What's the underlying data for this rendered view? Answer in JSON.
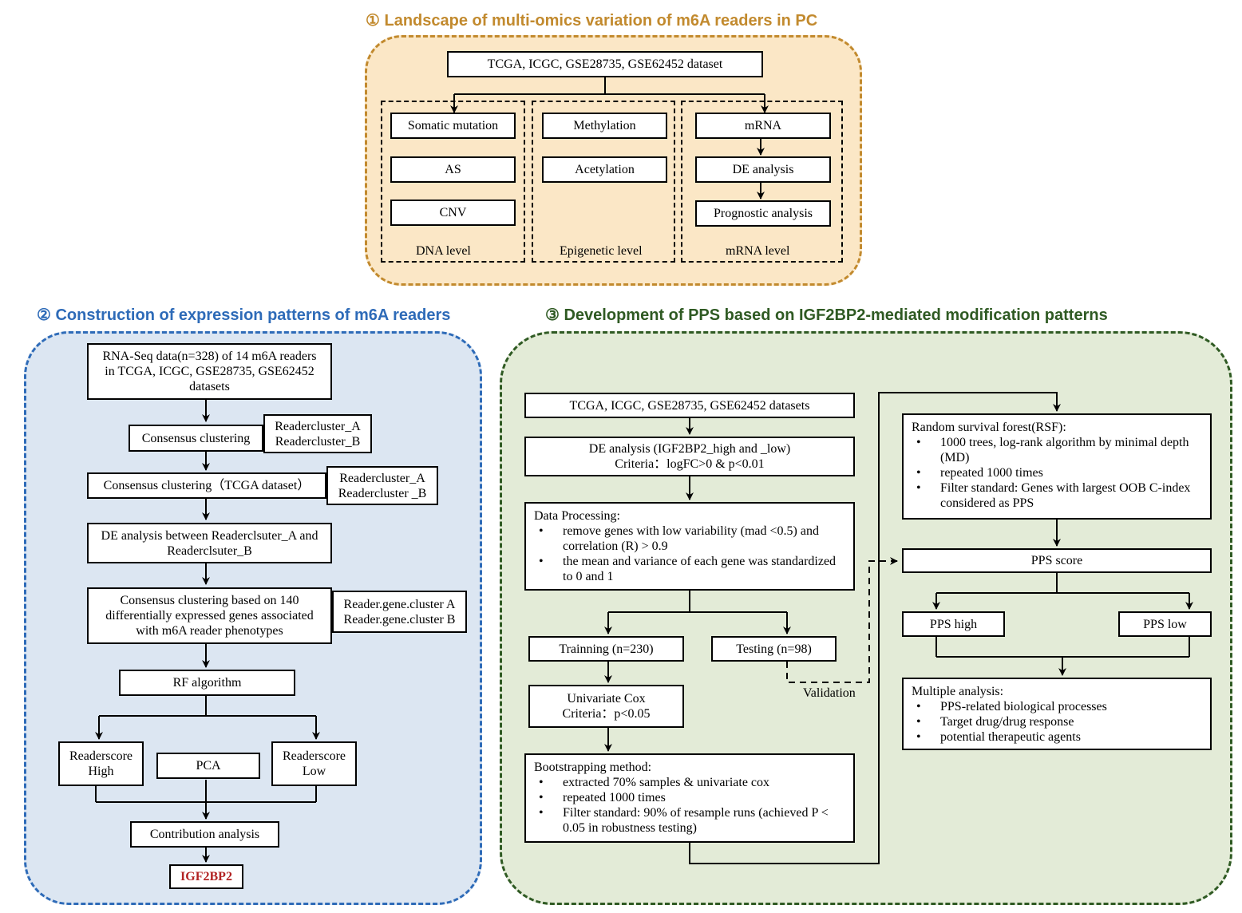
{
  "colors": {
    "section1": "#c28a2e",
    "section1_fill": "#fbe7c6",
    "section2": "#2e6bb8",
    "section2_fill": "#dce6f2",
    "section3": "#2f5a23",
    "section3_fill": "#e3ebd7",
    "highlight": "#b22222"
  },
  "section1": {
    "title": "① Landscape of multi-omics variation of m6A readers in PC",
    "dataset": "TCGA, ICGC, GSE28735, GSE62452 dataset",
    "dna": {
      "items": [
        "Somatic mutation",
        "AS",
        "CNV"
      ],
      "label": "DNA level"
    },
    "epi": {
      "items": [
        "Methylation",
        "Acetylation"
      ],
      "label": "Epigenetic level"
    },
    "mrna": {
      "items": [
        "mRNA",
        "DE analysis",
        "Prognostic analysis"
      ],
      "label": "mRNA level"
    }
  },
  "section2": {
    "title": "② Construction of expression patterns of m6A readers",
    "rnaseq": [
      "RNA-Seq data(n=328) of 14 m6A readers",
      "in TCGA, ICGC, GSE28735, GSE62452",
      "datasets"
    ],
    "consensus1": "Consensus clustering",
    "rc1": [
      "Readercluster_A",
      "Readercluster_B"
    ],
    "consensus2": "Consensus clustering（TCGA dataset）",
    "rc2": [
      "Readercluster_A",
      "Readercluster _B"
    ],
    "de": [
      "DE analysis between Readerclsuter_A  and",
      "Readerclsuter_B"
    ],
    "consensus3": [
      "Consensus clustering based on 140",
      "differentially expressed genes associated",
      "with m6A reader phenotypes"
    ],
    "genecluster": [
      "Reader.gene.cluster A",
      "Reader.gene.cluster B"
    ],
    "rf": "RF algorithm",
    "high": [
      "Readerscore",
      "High"
    ],
    "pca": "PCA",
    "low": [
      "Readerscore",
      "Low"
    ],
    "contribution": "Contribution analysis",
    "result": "IGF2BP2"
  },
  "section3": {
    "title": "③ Development of PPS based on IGF2BP2-mediated modification patterns",
    "datasets": "TCGA, ICGC, GSE28735, GSE62452 datasets",
    "de": [
      "DE analysis (IGF2BP2_high and _low)",
      "Criteria：logFC>0 & p<0.01"
    ],
    "processing": {
      "head": "Data Processing:",
      "bullets": [
        "remove genes with low variability (mad <0.5) and correlation (R) > 0.9",
        "the mean and variance of each gene was standardized to 0 and 1"
      ]
    },
    "training": "Trainning (n=230)",
    "testing": "Testing (n=98)",
    "validation": "Validation",
    "univariate": [
      "Univariate Cox",
      "Criteria：p<0.05"
    ],
    "bootstrap": {
      "head": "Bootstrapping method:",
      "bullets": [
        "extracted 70% samples & univariate cox",
        "repeated 1000 times",
        "Filter standard: 90% of resample runs (achieved P < 0.05 in robustness testing)"
      ]
    },
    "rsf": {
      "head": "Random survival forest(RSF):",
      "bullets": [
        "1000 trees, log-rank algorithm  by minimal depth (MD)",
        "repeated 1000 times",
        "Filter standard: Genes with largest OOB  C-index considered as PPS"
      ]
    },
    "pps_score": "PPS score",
    "pps_high": "PPS high",
    "pps_low": "PPS low",
    "multiple": {
      "head": "Multiple analysis:",
      "bullets": [
        "PPS-related biological processes",
        "Target drug/drug response",
        "potential therapeutic agents"
      ]
    }
  }
}
